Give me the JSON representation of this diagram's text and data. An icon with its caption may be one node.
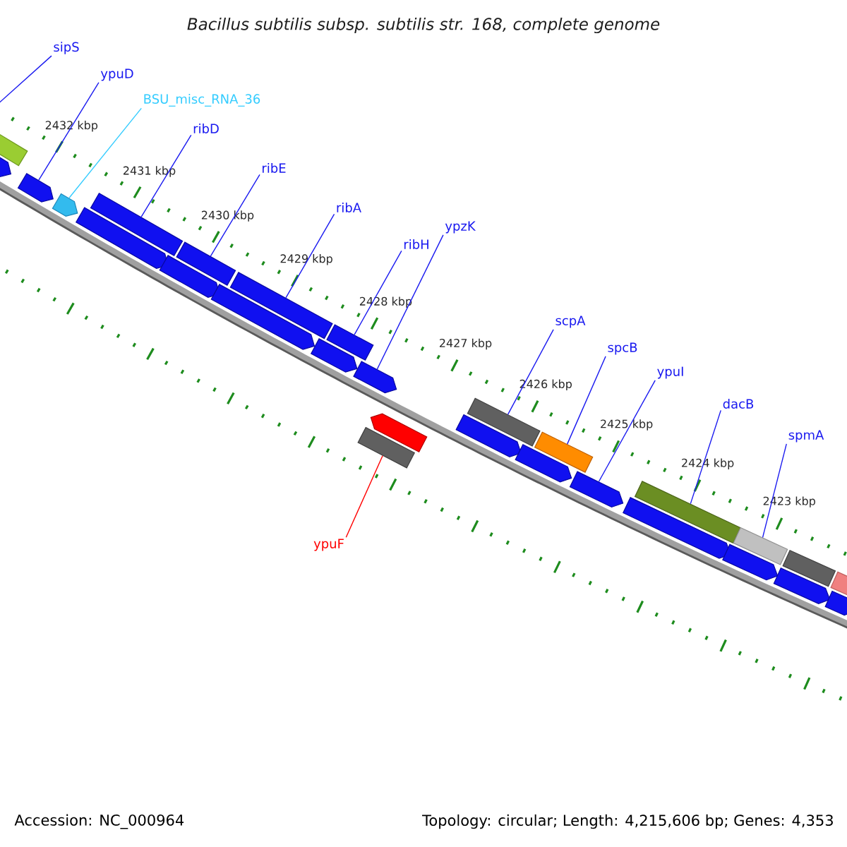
{
  "diagram": {
    "title": "Bacillus subtilis subsp. subtilis str. 168, complete genome",
    "nodes": [
      {
        "text": [
          "sipS"
        ]
      },
      {
        "text": [
          "ypuD"
        ]
      },
      {
        "text": [
          "BSU_misc_RNA_36"
        ]
      },
      {
        "text": [
          "ribD"
        ]
      },
      {
        "text": [
          "ribE"
        ]
      },
      {
        "text": [
          "ribA"
        ]
      },
      {
        "text": [
          "ribH"
        ]
      },
      {
        "text": [
          "ypzK"
        ]
      },
      {
        "text": [
          "scpA"
        ]
      },
      {
        "text": [
          "spcB"
        ]
      },
      {
        "text": [
          "ypuI"
        ]
      },
      {
        "text": [
          "dacB"
        ]
      },
      {
        "text": [
          "spmA"
        ]
      },
      {
        "text": [
          "ypuF"
        ]
      },
      {
        "text": [],
        "shape": "bar"
      },
      {
        "text": [],
        "shape": "arrow"
      },
      {
        "text": [],
        "shape": "arrow"
      },
      {
        "text": [],
        "shape": "arrow"
      },
      {
        "text": [],
        "shape": "arrow"
      },
      {
        "text": [],
        "shape": "bar"
      },
      {
        "text": [],
        "shape": "arrow"
      },
      {
        "text": [],
        "shape": "bar"
      },
      {
        "text": [],
        "shape": "arrow"
      },
      {
        "text": [],
        "shape": "bar"
      },
      {
        "text": [],
        "shape": "arrow"
      },
      {
        "text": [],
        "shape": "bar"
      },
      {
        "text": [],
        "shape": "arrow"
      },
      {
        "text": [],
        "shape": "bar"
      },
      {
        "text": [],
        "shape": "arrow"
      },
      {
        "text": [],
        "shape": "arrow"
      },
      {
        "text": [],
        "shape": "bar"
      },
      {
        "text": [],
        "shape": "arrow"
      },
      {
        "text": [],
        "shape": "bar"
      },
      {
        "text": [],
        "shape": "arrow"
      },
      {
        "text": [],
        "shape": "arrow"
      },
      {
        "text": [],
        "shape": "bar"
      },
      {
        "text": [],
        "shape": "arrow"
      },
      {
        "text": [],
        "shape": "bar"
      },
      {
        "text": [],
        "shape": "arrow"
      },
      {
        "text": [],
        "shape": "bar"
      },
      {
        "text": [],
        "shape": "bar"
      },
      {
        "text": [],
        "shape": "arrow"
      }
    ],
    "edges": [
      {
        "from": 0,
        "to": 14,
        "arrow": "none"
      },
      {
        "from": 1,
        "to": 16,
        "arrow": "none"
      },
      {
        "from": 2,
        "to": 17,
        "arrow": "none",
        "color": "#33ccff"
      },
      {
        "from": 3,
        "to": 19,
        "arrow": "none"
      },
      {
        "from": 4,
        "to": 21,
        "arrow": "none"
      },
      {
        "from": 5,
        "to": 23,
        "arrow": "none"
      },
      {
        "from": 6,
        "to": 25,
        "arrow": "none"
      },
      {
        "from": 7,
        "to": 26,
        "arrow": "none"
      },
      {
        "from": 8,
        "to": 30,
        "arrow": "none"
      },
      {
        "from": 9,
        "to": 32,
        "arrow": "none"
      },
      {
        "from": 10,
        "to": 33,
        "arrow": "none"
      },
      {
        "from": 11,
        "to": 35,
        "arrow": "none"
      },
      {
        "from": 12,
        "to": 37,
        "arrow": "none"
      },
      {
        "from": 13,
        "to": 27,
        "arrow": "none",
        "color": "#ff0000"
      }
    ],
    "labels": [
      "2432 kbp",
      "2431 kbp",
      "2430 kbp",
      "2429 kbp",
      "2428 kbp",
      "2427 kbp",
      "2426 kbp",
      "2425 kbp",
      "2424 kbp",
      "2423 kbp",
      "Accession: NC_000964",
      "Topology: circular; Length: 4,215,606 bp; Genes: 4,353"
    ]
  }
}
